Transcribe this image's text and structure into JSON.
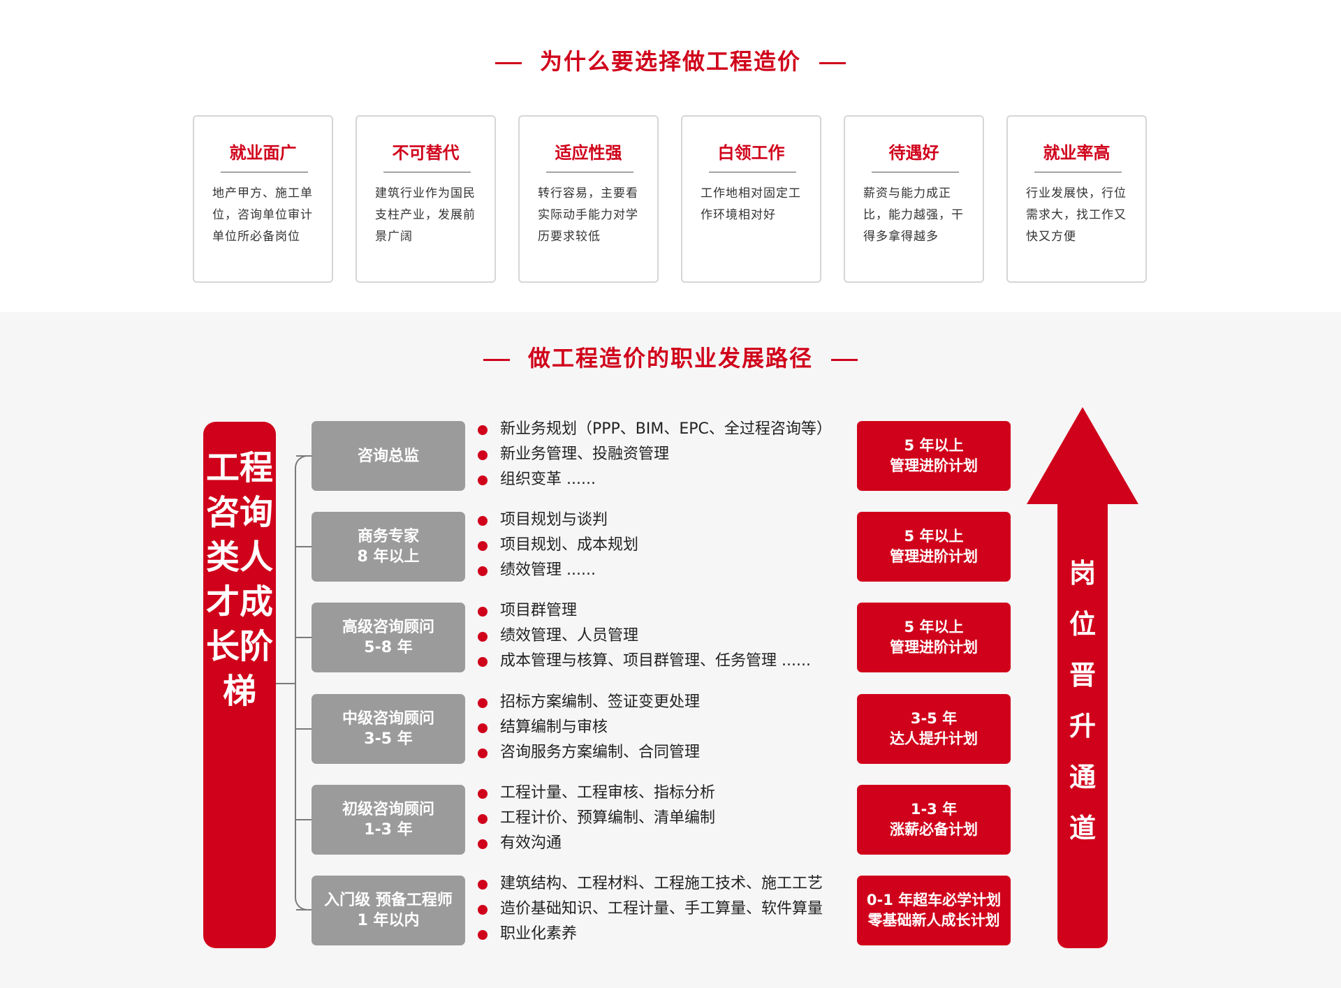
{
  "why": {
    "title": "为什么要选择做工程造价",
    "cards": [
      {
        "title": "就业面广",
        "text": "地产甲方、施工单位，咨询单位审计单位所必备岗位"
      },
      {
        "title": "不可替代",
        "text": "建筑行业作为国民支柱产业，发展前景广阔"
      },
      {
        "title": "适应性强",
        "text": "转行容易，主要看实际动手能力对学历要求较低"
      },
      {
        "title": "白领工作",
        "text": "工作地相对固定工作环境相对好"
      },
      {
        "title": "待遇好",
        "text": "薪资与能力成正比，能力越强，干得多拿得越多"
      },
      {
        "title": "就业率高",
        "text": "行业发展快，行位需求大，找工作又快又方便"
      }
    ]
  },
  "path": {
    "title": "做工程造价的职业发展路径",
    "ladder_label": "工程咨询类人才成长阶梯",
    "arrow_label": "岗位晋升通道",
    "levels": [
      {
        "role": "咨询总监",
        "role_sub": "",
        "bullets": [
          "新业务规划（PPP、BIM、EPC、全过程咨询等）",
          "新业务管理、投融资管理",
          "组织变革 ......"
        ],
        "plan_line1": "5 年以上",
        "plan_line2": "管理进阶计划"
      },
      {
        "role": "商务专家",
        "role_sub": "8 年以上",
        "bullets": [
          "项目规划与谈判",
          "项目规划、成本规划",
          "绩效管理 ......"
        ],
        "plan_line1": "5 年以上",
        "plan_line2": "管理进阶计划"
      },
      {
        "role": "高级咨询顾问",
        "role_sub": "5-8 年",
        "bullets": [
          "项目群管理",
          "绩效管理、人员管理",
          "成本管理与核算、项目群管理、任务管理 ......"
        ],
        "plan_line1": "5 年以上",
        "plan_line2": "管理进阶计划"
      },
      {
        "role": "中级咨询顾问",
        "role_sub": "3-5 年",
        "bullets": [
          "招标方案编制、签证变更处理",
          "结算编制与审核",
          "咨询服务方案编制、合同管理"
        ],
        "plan_line1": "3-5 年",
        "plan_line2": "达人提升计划"
      },
      {
        "role": "初级咨询顾问",
        "role_sub": "1-3 年",
        "bullets": [
          "工程计量、工程审核、指标分析",
          "工程计价、预算编制、清单编制",
          "有效沟通"
        ],
        "plan_line1": "1-3 年",
        "plan_line2": "涨薪必备计划"
      },
      {
        "role": "入门级 预备工程师",
        "role_sub": "1 年以内",
        "bullets": [
          "建筑结构、工程材料、工程施工技术、施工工艺",
          "造价基础知识、工程计量、手工算量、软件算量",
          "职业化素养"
        ],
        "plan_line1": "0-1 年超车必学计划",
        "plan_line2": "零基础新人成长计划"
      }
    ]
  },
  "colors": {
    "accent": "#d0021b",
    "role_bg": "#9b9b9b",
    "section_bg": "#f6f6f6"
  }
}
